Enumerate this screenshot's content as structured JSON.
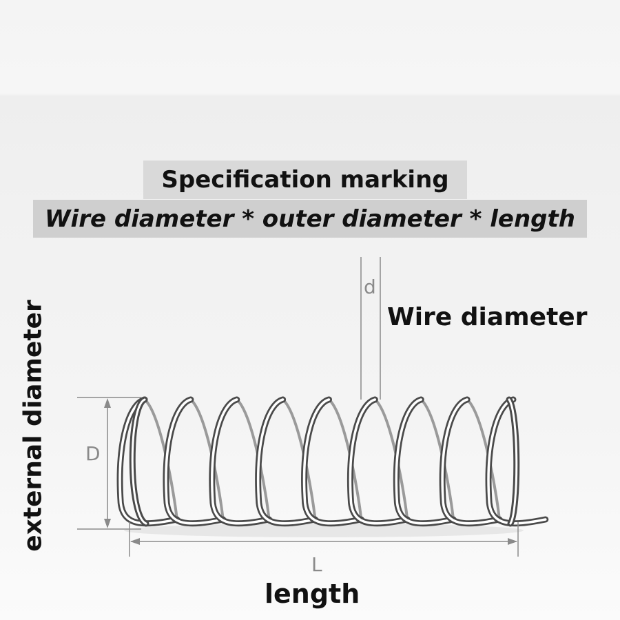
{
  "title": "Specification marking",
  "subtitle": "Wire diameter * outer diameter * length",
  "labels": {
    "wire_diameter": "Wire diameter",
    "external_diameter": "external diameter",
    "length": "length"
  },
  "dimension_symbols": {
    "wire": "d",
    "diameter": "D",
    "length": "L"
  },
  "colors": {
    "spring_dark": "#4a4a4a",
    "spring_light": "#ffffff",
    "dimension_line": "#8a8a8a"
  },
  "spring": {
    "coil_count": 9
  }
}
